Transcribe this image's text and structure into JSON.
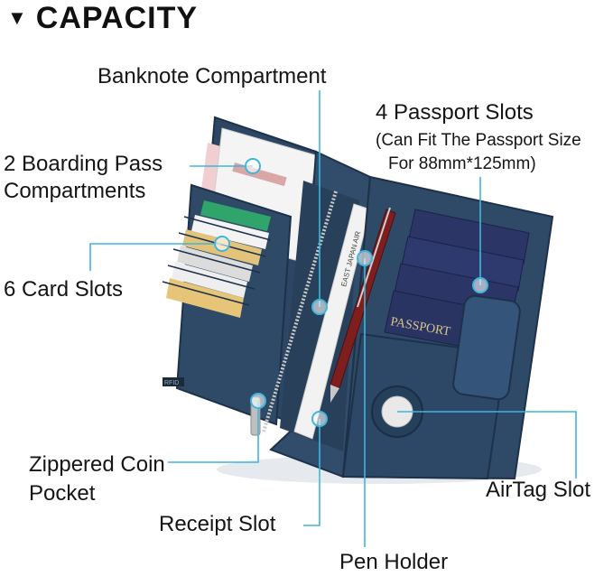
{
  "heading": {
    "marker": "▼",
    "title": "CAPACITY"
  },
  "callouts": {
    "banknote": "Banknote Compartment",
    "passport_title": "4 Passport Slots",
    "passport_note_1": "(Can Fit The Passport Size",
    "passport_note_2": "For 88mm*125mm)",
    "boarding_1": "2 Boarding Pass",
    "boarding_2": "Compartments",
    "cards": "6 Card Slots",
    "coin_1": "Zippered Coin",
    "coin_2": "Pocket",
    "receipt": "Receipt Slot",
    "pen": "Pen Holder",
    "airtag": "AirTag Slot"
  },
  "product": {
    "ticket_text": "EAST JAPAN AIR",
    "passport_text": "PASSPORT",
    "brand_tag": "RFID"
  },
  "colors": {
    "accent_line": "#3fb6dc",
    "leather": "#2f4a67",
    "leather_dark": "#22374f",
    "passport": "#2b3566"
  }
}
